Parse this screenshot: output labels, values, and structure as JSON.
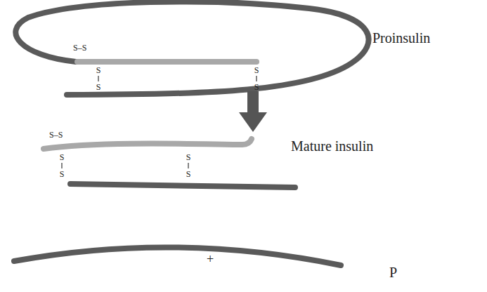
{
  "diagram": {
    "labels": [
      "Proinsulin",
      "S–S",
      "S",
      "S",
      "S",
      "S",
      "Mature insulin",
      "S–S",
      "S",
      "S",
      "S",
      "S",
      "+",
      "P"
    ]
  }
}
